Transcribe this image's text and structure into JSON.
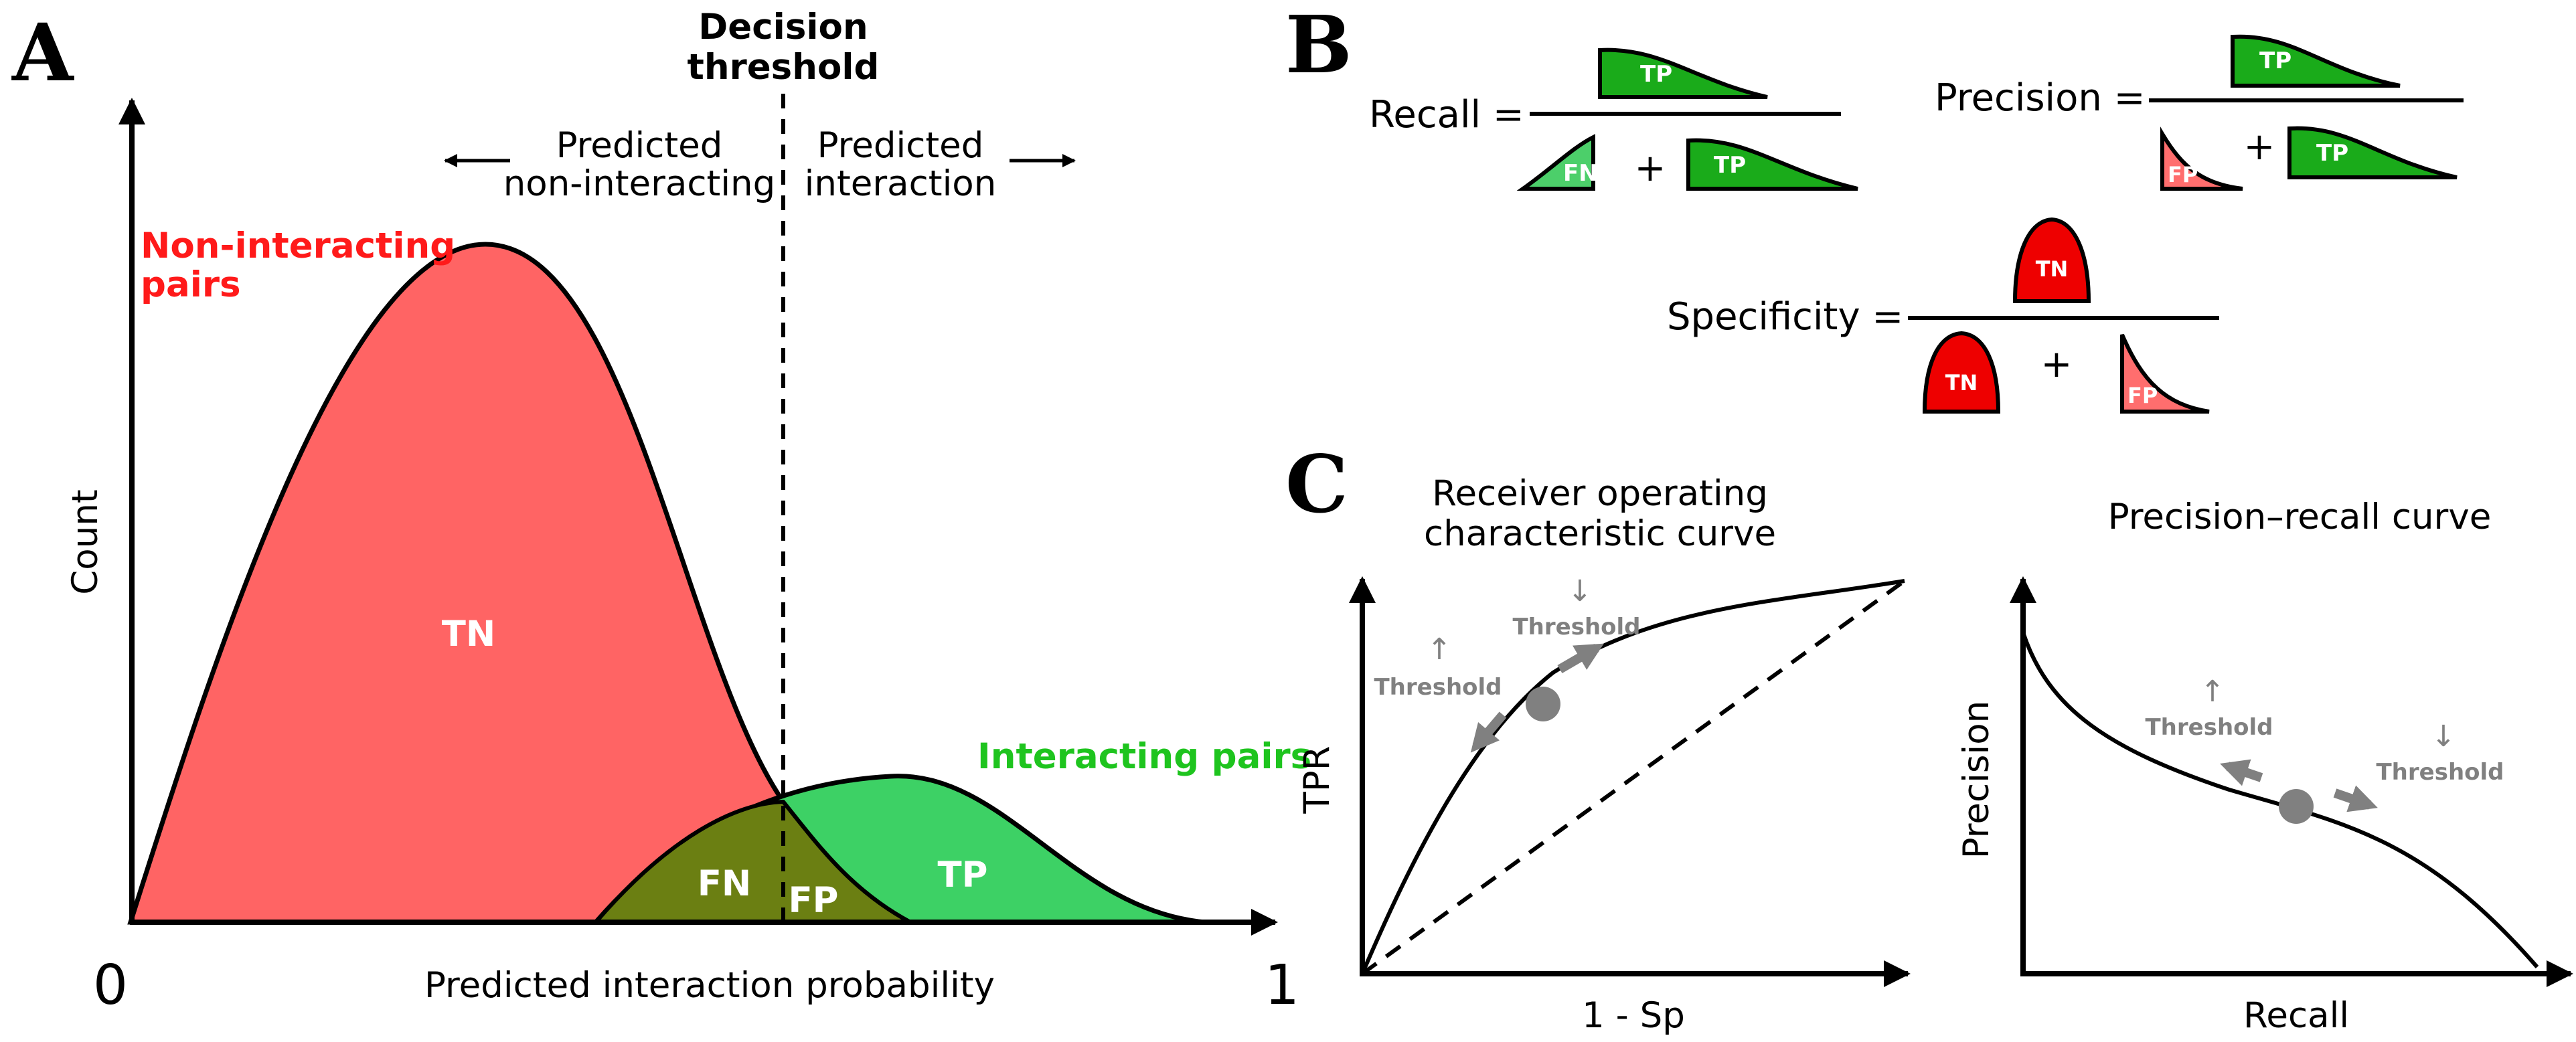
{
  "panels": {
    "a": "A",
    "b": "B",
    "c": "C"
  },
  "panel_a": {
    "threshold_title_line1": "Decision",
    "threshold_title_line2": "threshold",
    "left_region_line1": "Predicted",
    "left_region_line2": "non-interacting",
    "right_region_line1": "Predicted",
    "right_region_line2": "interaction",
    "non_interacting_line1": "Non-interacting",
    "non_interacting_line2": "pairs",
    "interacting_label": "Interacting pairs",
    "y_axis_label": "Count",
    "x_axis_label": "Predicted interaction probability",
    "x_min_label": "0",
    "x_max_label": "1",
    "region_tn": "TN",
    "region_fn": "FN",
    "region_fp": "FP",
    "region_tp": "TP"
  },
  "panel_b": {
    "recall_label": "Recall =",
    "precision_label": "Precision =",
    "specificity_label": "Specificity =",
    "plus": "+",
    "tp": "TP",
    "fn": "FN",
    "fp": "FP",
    "tn": "TN"
  },
  "panel_c": {
    "roc_title_line1": "Receiver operating",
    "roc_title_line2": "characteristic curve",
    "pr_title": "Precision–recall curve",
    "roc_y_label": "TPR",
    "roc_x_label": "1 - Sp",
    "pr_y_label": "Precision",
    "pr_x_label": "Recall",
    "threshold_label": "Threshold",
    "arrow_up": "↑",
    "arrow_down": "↓"
  },
  "colors": {
    "tn_red": "#ff6464",
    "tp_green": "#3dd165",
    "overlap_olive": "#6b7f12",
    "label_red": "#ff1a1a",
    "label_green": "#1ec41e",
    "eq_green": "#1aab1a",
    "eq_light_green": "#4ccf6a",
    "eq_red": "#ee0000",
    "eq_light_red": "#ff6e6e",
    "marker_grey": "#808080"
  }
}
